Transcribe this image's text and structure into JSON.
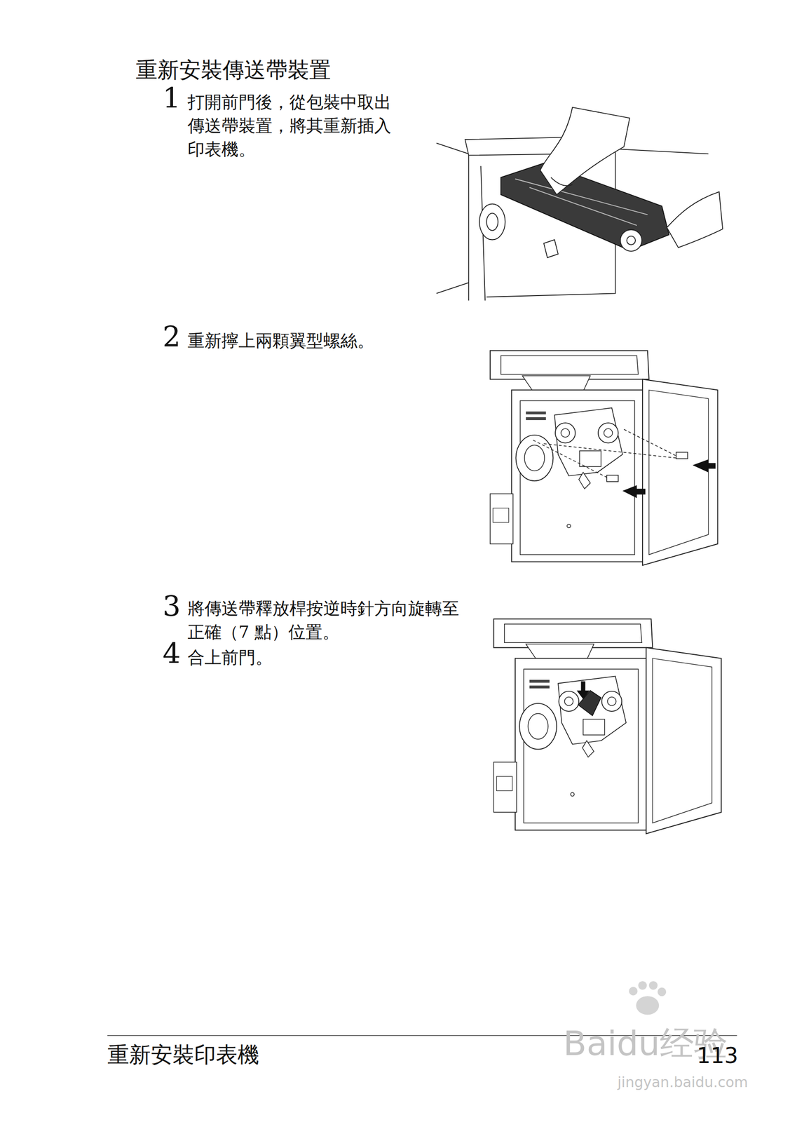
{
  "diagram": {
    "title": "重新安裝傳送帶裝置",
    "labels": [
      "1",
      "打開前門後，從包裝中取出傳送帶裝置，將其重新插入印表機。",
      "2",
      "重新擰上兩顆翼型螺絲。",
      "3",
      "將傳送帶釋放桿按逆時針方向旋轉至正確（7 點）位置。",
      "4",
      "合上前門。",
      "重新安裝印表機",
      "113",
      "Baidu经验",
      "jingyan.baidu.com"
    ]
  }
}
